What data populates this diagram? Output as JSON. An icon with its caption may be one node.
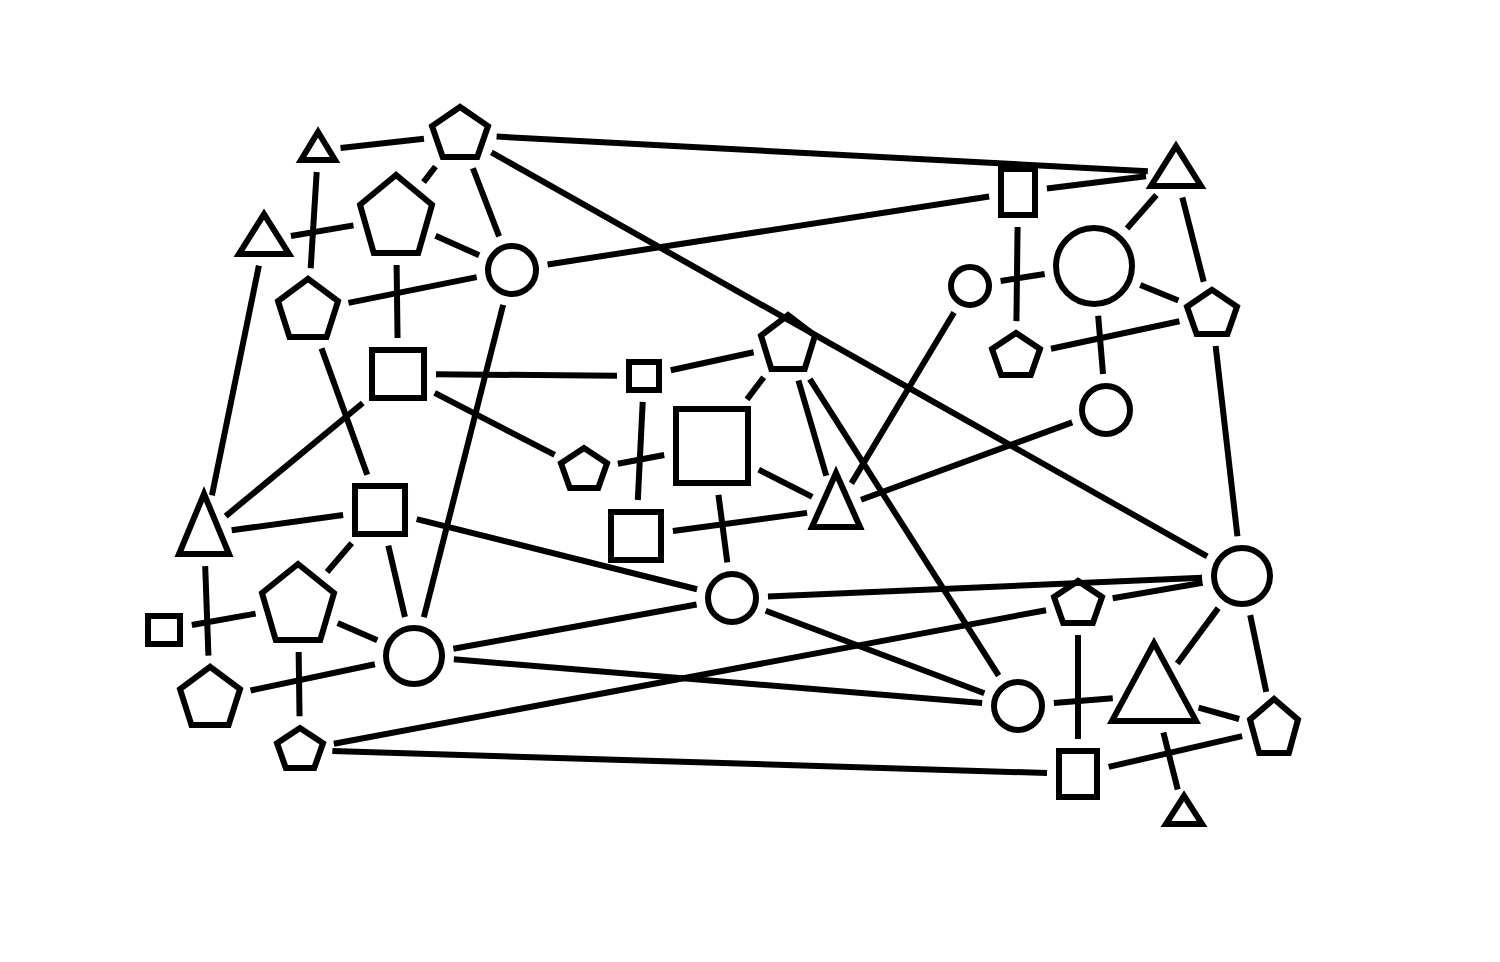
{
  "diagram": {
    "nodes": [
      {
        "text": [],
        "shape": "triangle"
      },
      {
        "text": [],
        "shape": "pentagon"
      },
      {
        "text": [],
        "shape": "triangle"
      },
      {
        "text": [],
        "shape": "rectangle"
      },
      {
        "text": [],
        "shape": "triangle"
      },
      {
        "text": [],
        "shape": "pentagon"
      },
      {
        "text": [],
        "shape": "circle"
      },
      {
        "text": [],
        "shape": "circle"
      },
      {
        "text": [],
        "shape": "circle"
      },
      {
        "text": [],
        "shape": "pentagon"
      },
      {
        "text": [],
        "shape": "pentagon"
      },
      {
        "text": [],
        "shape": "pentagon"
      },
      {
        "text": [],
        "shape": "pentagon"
      },
      {
        "text": [],
        "shape": "square"
      },
      {
        "text": [],
        "shape": "square"
      },
      {
        "text": [],
        "shape": "circle"
      },
      {
        "text": [],
        "shape": "pentagon"
      },
      {
        "text": [],
        "shape": "square"
      },
      {
        "text": [],
        "shape": "triangle"
      },
      {
        "text": [],
        "shape": "triangle"
      },
      {
        "text": [],
        "shape": "square"
      },
      {
        "text": [],
        "shape": "square"
      },
      {
        "text": [],
        "shape": "circle"
      },
      {
        "text": [],
        "shape": "pentagon"
      },
      {
        "text": [],
        "shape": "circle"
      },
      {
        "text": [],
        "shape": "pentagon"
      },
      {
        "text": [],
        "shape": "square"
      },
      {
        "text": [],
        "shape": "circle"
      },
      {
        "text": [],
        "shape": "triangle"
      },
      {
        "text": [],
        "shape": "pentagon"
      },
      {
        "text": [],
        "shape": "circle"
      },
      {
        "text": [],
        "shape": "pentagon"
      },
      {
        "text": [],
        "shape": "pentagon"
      },
      {
        "text": [],
        "shape": "square"
      },
      {
        "text": [],
        "shape": "triangle"
      }
    ],
    "edges": [
      {
        "from": 0,
        "to": 1,
        "arrow": "none"
      },
      {
        "from": 5,
        "to": 1,
        "arrow": "none"
      },
      {
        "from": 1,
        "to": 6,
        "arrow": "none"
      },
      {
        "from": 5,
        "to": 6,
        "arrow": "none"
      },
      {
        "from": 0,
        "to": 9,
        "arrow": "none"
      },
      {
        "from": 4,
        "to": 5,
        "arrow": "none"
      },
      {
        "from": 5,
        "to": 13,
        "arrow": "none"
      },
      {
        "from": 9,
        "to": 6,
        "arrow": "none"
      },
      {
        "from": 4,
        "to": 19,
        "arrow": "none"
      },
      {
        "from": 9,
        "to": 20,
        "arrow": "none"
      },
      {
        "from": 19,
        "to": 13,
        "arrow": "none"
      },
      {
        "from": 13,
        "to": 14,
        "arrow": "none"
      },
      {
        "from": 13,
        "to": 16,
        "arrow": "none"
      },
      {
        "from": 6,
        "to": 27,
        "arrow": "none"
      },
      {
        "from": 1,
        "to": 2,
        "arrow": "none"
      },
      {
        "from": 1,
        "to": 22,
        "arrow": "none"
      },
      {
        "from": 6,
        "to": 3,
        "arrow": "none"
      },
      {
        "from": 14,
        "to": 11,
        "arrow": "none"
      },
      {
        "from": 14,
        "to": 21,
        "arrow": "none"
      },
      {
        "from": 16,
        "to": 17,
        "arrow": "none"
      },
      {
        "from": 17,
        "to": 11,
        "arrow": "none"
      },
      {
        "from": 11,
        "to": 18,
        "arrow": "none"
      },
      {
        "from": 17,
        "to": 18,
        "arrow": "none"
      },
      {
        "from": 17,
        "to": 24,
        "arrow": "none"
      },
      {
        "from": 21,
        "to": 18,
        "arrow": "none"
      },
      {
        "from": 11,
        "to": 30,
        "arrow": "none"
      },
      {
        "from": 7,
        "to": 18,
        "arrow": "none"
      },
      {
        "from": 18,
        "to": 15,
        "arrow": "none"
      },
      {
        "from": 24,
        "to": 22,
        "arrow": "none"
      },
      {
        "from": 24,
        "to": 30,
        "arrow": "none"
      },
      {
        "from": 20,
        "to": 24,
        "arrow": "none"
      },
      {
        "from": 27,
        "to": 24,
        "arrow": "none"
      },
      {
        "from": 27,
        "to": 30,
        "arrow": "none"
      },
      {
        "from": 32,
        "to": 25,
        "arrow": "none"
      },
      {
        "from": 32,
        "to": 33,
        "arrow": "none"
      },
      {
        "from": 3,
        "to": 2,
        "arrow": "none"
      },
      {
        "from": 3,
        "to": 12,
        "arrow": "none"
      },
      {
        "from": 7,
        "to": 8,
        "arrow": "none"
      },
      {
        "from": 8,
        "to": 2,
        "arrow": "none"
      },
      {
        "from": 2,
        "to": 10,
        "arrow": "none"
      },
      {
        "from": 8,
        "to": 10,
        "arrow": "none"
      },
      {
        "from": 8,
        "to": 15,
        "arrow": "none"
      },
      {
        "from": 12,
        "to": 10,
        "arrow": "none"
      },
      {
        "from": 10,
        "to": 22,
        "arrow": "none"
      },
      {
        "from": 25,
        "to": 22,
        "arrow": "none"
      },
      {
        "from": 28,
        "to": 22,
        "arrow": "none"
      },
      {
        "from": 22,
        "to": 31,
        "arrow": "none"
      },
      {
        "from": 28,
        "to": 31,
        "arrow": "none"
      },
      {
        "from": 25,
        "to": 33,
        "arrow": "none"
      },
      {
        "from": 30,
        "to": 28,
        "arrow": "none"
      },
      {
        "from": 28,
        "to": 34,
        "arrow": "none"
      },
      {
        "from": 33,
        "to": 31,
        "arrow": "none"
      },
      {
        "from": 19,
        "to": 20,
        "arrow": "none"
      },
      {
        "from": 20,
        "to": 27,
        "arrow": "none"
      },
      {
        "from": 23,
        "to": 20,
        "arrow": "none"
      },
      {
        "from": 23,
        "to": 27,
        "arrow": "none"
      },
      {
        "from": 19,
        "to": 29,
        "arrow": "none"
      },
      {
        "from": 26,
        "to": 23,
        "arrow": "none"
      },
      {
        "from": 23,
        "to": 32,
        "arrow": "none"
      },
      {
        "from": 29,
        "to": 27,
        "arrow": "none"
      }
    ]
  }
}
